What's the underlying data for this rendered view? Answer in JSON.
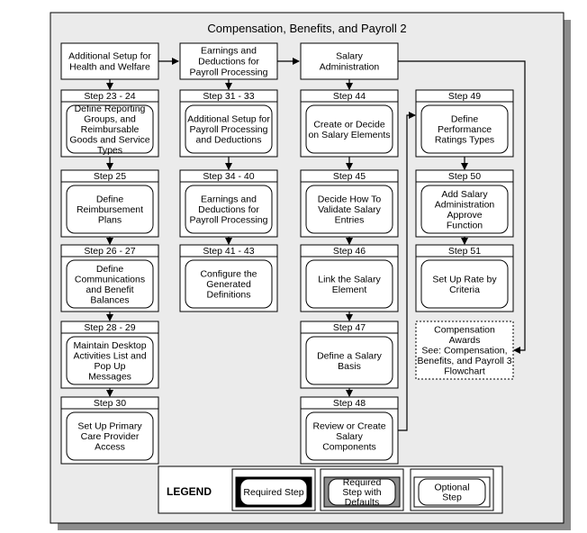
{
  "title": "Compensation, Benefits, and Payroll 2",
  "top_boxes": [
    {
      "id": "t1",
      "lines": [
        "Additional Setup for",
        "Health and Welfare"
      ]
    },
    {
      "id": "t2",
      "lines": [
        "Earnings and",
        "Deductions for",
        "Payroll Processing"
      ]
    },
    {
      "id": "t3",
      "lines": [
        "Salary",
        "Administration"
      ]
    }
  ],
  "columns": [
    {
      "steps": [
        {
          "label": "Step 23 - 24",
          "lines": [
            "Define Reporting",
            "Groups, and",
            "Reimbursable",
            "Goods and Service",
            "Types"
          ]
        },
        {
          "label": "Step 25",
          "lines": [
            "Define",
            "Reimbursement",
            "Plans"
          ]
        },
        {
          "label": "Step 26 - 27",
          "lines": [
            "Define",
            "Communications",
            "and Benefit",
            "Balances"
          ]
        },
        {
          "label": "Step 28 - 29",
          "lines": [
            "Maintain Desktop",
            "Activities List and",
            "Pop Up",
            "Messages"
          ]
        },
        {
          "label": "Step 30",
          "lines": [
            "Set Up Primary",
            "Care Provider",
            "Access"
          ]
        }
      ]
    },
    {
      "steps": [
        {
          "label": "Step 31 - 33",
          "lines": [
            "Additional Setup for",
            "Payroll Processing",
            "and Deductions"
          ]
        },
        {
          "label": "Step 34 - 40",
          "lines": [
            "Earnings and",
            "Deductions for",
            "Payroll Processing"
          ]
        },
        {
          "label": "Step 41 - 43",
          "lines": [
            "Configure the",
            "Generated",
            "Definitions"
          ]
        }
      ]
    },
    {
      "steps": [
        {
          "label": "Step 44",
          "lines": [
            "Create or Decide",
            "on Salary Elements"
          ]
        },
        {
          "label": "Step 45",
          "lines": [
            "Decide How To",
            "Validate Salary",
            "Entries"
          ]
        },
        {
          "label": "Step 46",
          "lines": [
            "Link the Salary",
            "Element"
          ]
        },
        {
          "label": "Step 47",
          "lines": [
            "Define a Salary",
            "Basis"
          ]
        },
        {
          "label": "Step 48",
          "lines": [
            "Review or Create",
            "Salary",
            "Components"
          ]
        }
      ]
    },
    {
      "steps": [
        {
          "label": "Step 49",
          "lines": [
            "Define",
            "Performance",
            "Ratings Types"
          ]
        },
        {
          "label": "Step 50",
          "lines": [
            "Add Salary",
            "Administration",
            "Approve",
            "Function"
          ]
        },
        {
          "label": "Step 51",
          "lines": [
            "Set Up Rate by",
            "Criteria"
          ]
        }
      ]
    }
  ],
  "optional_box": {
    "lines": [
      "Compensation",
      "Awards",
      "See: Compensation,",
      "Benefits, and Payroll 3",
      "Flowchart"
    ]
  },
  "legend": {
    "title": "LEGEND",
    "items": [
      {
        "kind": "required",
        "lines": [
          "Required Step"
        ]
      },
      {
        "kind": "defaults",
        "lines": [
          "Required",
          "Step with",
          "Defaults"
        ]
      },
      {
        "kind": "optional",
        "lines": [
          "Optional",
          "Step"
        ]
      }
    ]
  },
  "colors": {
    "panel": "#ebebeb",
    "shadow": "#8c8c8c",
    "box": "#ffffff",
    "stroke": "#000000",
    "defaults_fill": "#8c8c8c"
  }
}
